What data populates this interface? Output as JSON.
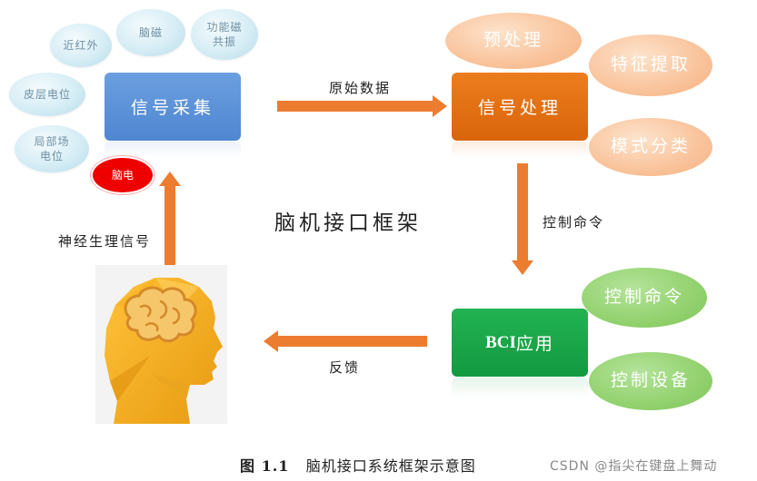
{
  "title": "脑机接口框架",
  "caption": {
    "number": "图 1.1",
    "text": "脑机接口系统框架示意图"
  },
  "watermark": "CSDN @指尖在键盘上舞动",
  "boxes": {
    "acquisition": "信号采集",
    "processing": "信号处理",
    "application_bold": "BCI",
    "application_rest": "应用"
  },
  "sources": {
    "nirs": "近红外",
    "meg": "脑磁",
    "fmri": "功能磁\n共振",
    "ecog": "皮层电位",
    "lfp": "局部场\n电位",
    "eeg": "脑电"
  },
  "processing_steps": {
    "preprocess": "预处理",
    "feature": "特征提取",
    "classify": "模式分类"
  },
  "application_outputs": {
    "control": "控制命令",
    "device": "控制设备"
  },
  "arrows": {
    "raw_data": "原始数据",
    "command": "控制命令",
    "feedback": "反馈",
    "neuro_signal": "神经生理信号"
  },
  "colors": {
    "acquisition": "#5b8fd6",
    "processing": "#e36c0a",
    "application": "#1aa34a",
    "arrow": "#ec7c30"
  }
}
